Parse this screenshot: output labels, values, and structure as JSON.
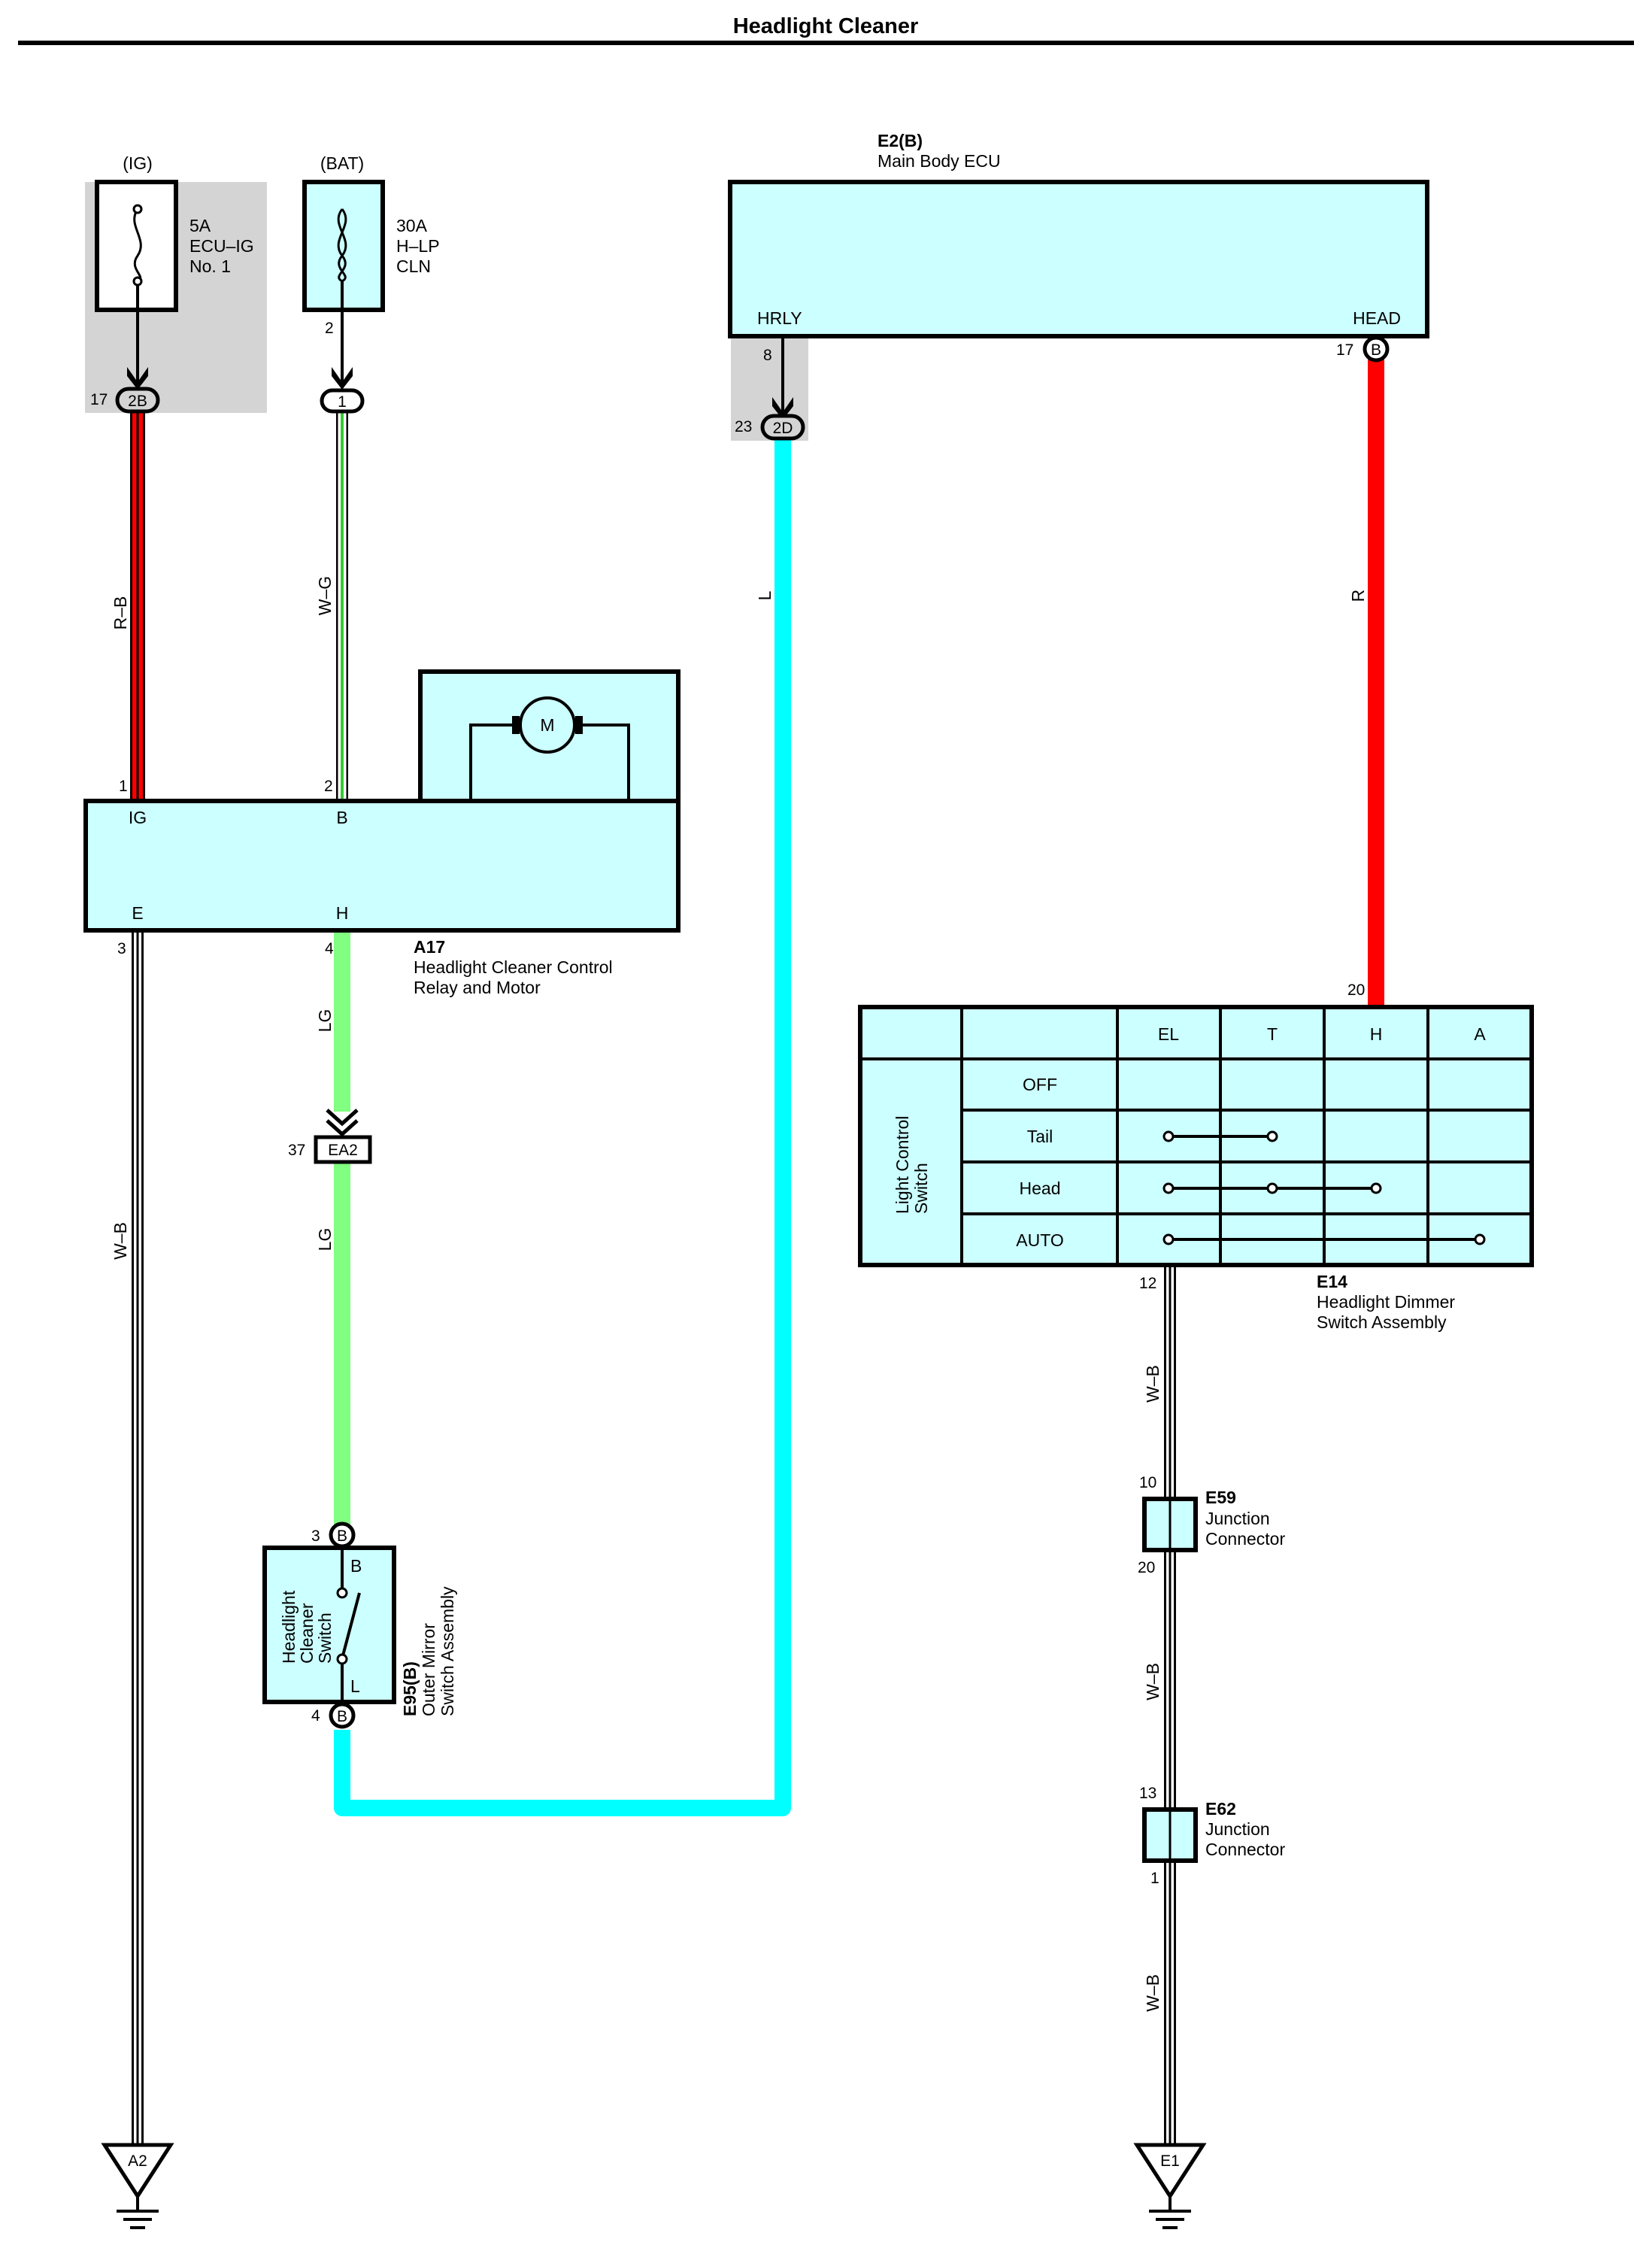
{
  "title": "Headlight Cleaner",
  "colors": {
    "R": "#ff0000",
    "L": "#00ffff",
    "LG": "#80ff80",
    "G": "#33cc33",
    "B": "#000000",
    "W": "#ffffff",
    "component_fill": "#ccffff",
    "shade": "#d4d4d4"
  },
  "fuses": {
    "ig": {
      "source": "(IG)",
      "rating": "5A",
      "name1": "ECU–IG",
      "name2": "No. 1",
      "conn_pin": "17",
      "conn": "2B",
      "icon": "fuse-icon"
    },
    "bat": {
      "source": "(BAT)",
      "rating": "30A",
      "name1": "H–LP",
      "name2": "CLN",
      "pin_top": "2",
      "conn": "1",
      "icon": "fusible-link-icon"
    }
  },
  "ecu": {
    "code": "E2(B)",
    "name": "Main Body ECU",
    "term_hrly": "HRLY",
    "term_head": "HEAD",
    "pin_hrly": "8",
    "pin_head": "17",
    "conn_head": "B",
    "conn_pin": "23",
    "conn": "2D"
  },
  "relay": {
    "code": "A17",
    "name1": "Headlight Cleaner Control",
    "name2": "Relay and Motor",
    "motor_symbol": "M",
    "term_ig": "IG",
    "term_b": "B",
    "term_e": "E",
    "term_h": "H",
    "pin_ig": "1",
    "pin_b": "2",
    "pin_e": "3",
    "pin_h": "4"
  },
  "junction_ea2": {
    "pin": "37",
    "label": "EA2"
  },
  "mirror_switch": {
    "code": "E95(B)",
    "name1": "Outer Mirror",
    "name2": "Switch Assembly",
    "inner1": "Headlight",
    "inner2": "Cleaner",
    "inner3": "Switch",
    "term_b": "B",
    "term_l": "L",
    "pin_top": "3",
    "pin_bottom": "4",
    "conn": "B"
  },
  "dimmer": {
    "code": "E14",
    "name1": "Headlight Dimmer",
    "name2": "Switch Assembly",
    "side_label1": "Light Control",
    "side_label2": "Switch",
    "columns": [
      "EL",
      "T",
      "H",
      "A"
    ],
    "rows": [
      "OFF",
      "Tail",
      "Head",
      "AUTO"
    ],
    "pin_top": "20",
    "pin_bottom": "12"
  },
  "junction_e59": {
    "code": "E59",
    "name1": "Junction",
    "name2": "Connector",
    "pin_top": "10",
    "pin_bottom": "20"
  },
  "junction_e62": {
    "code": "E62",
    "name1": "Junction",
    "name2": "Connector",
    "pin_top": "13",
    "pin_bottom": "1"
  },
  "grounds": {
    "a2": "A2",
    "e1": "E1"
  },
  "wires": {
    "rb": "R–B",
    "wg": "W–G",
    "wb_left": "W–B",
    "lg1": "LG",
    "lg2": "LG",
    "l": "L",
    "r": "R",
    "wb1": "W–B",
    "wb2": "W–B",
    "wb3": "W–B"
  }
}
